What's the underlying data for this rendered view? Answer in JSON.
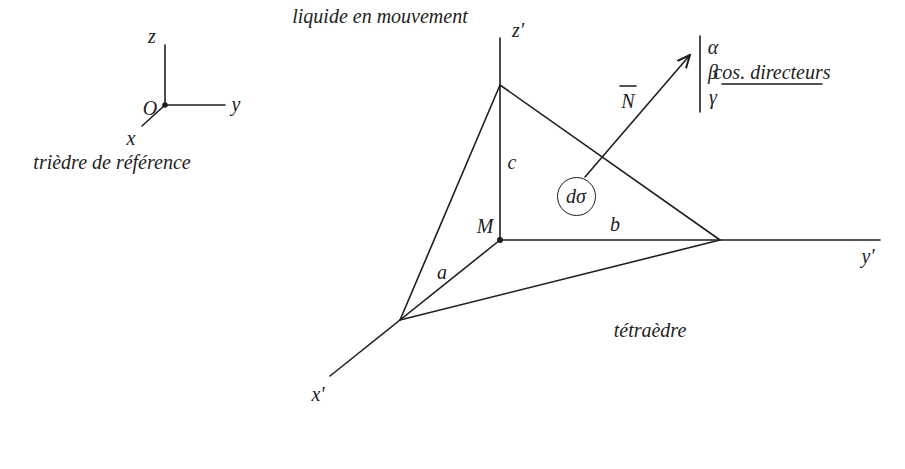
{
  "diagram": {
    "title": "liquide en mouvement",
    "nodes": [
      {
        "text": [
          "dσ"
        ]
      }
    ],
    "labels": [
      "z",
      "y",
      "x",
      "O",
      "trièdre de référence",
      "z'",
      "c",
      "N",
      "α",
      "β",
      "γ",
      "cos. directeurs",
      "M",
      "b",
      "y'",
      "a",
      "tétraèdre",
      "x'"
    ]
  }
}
